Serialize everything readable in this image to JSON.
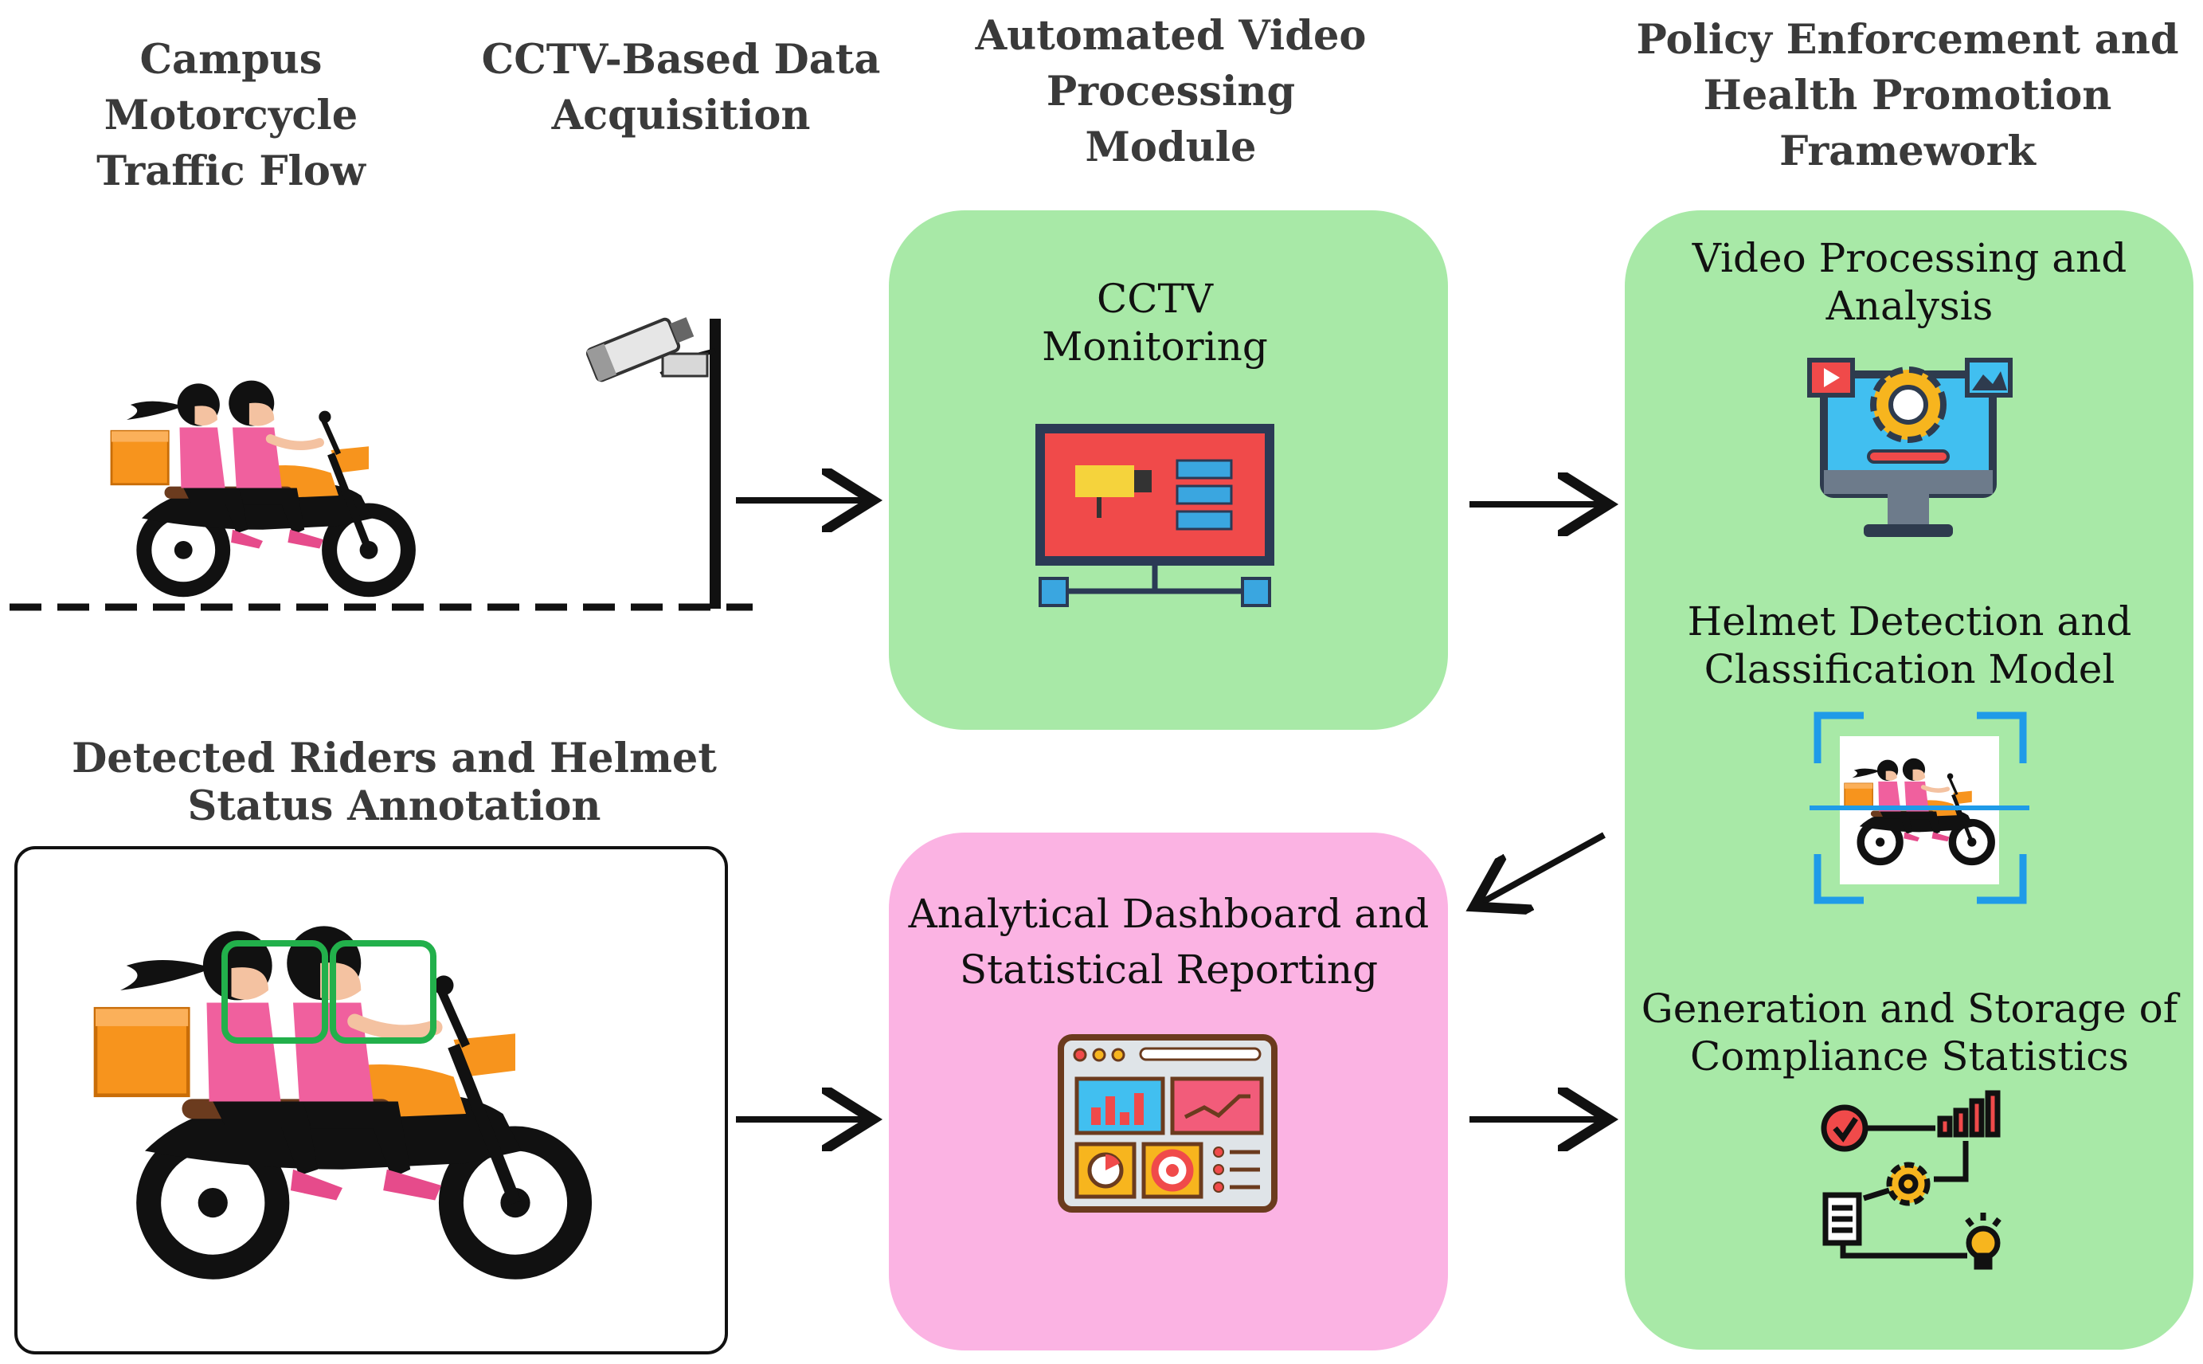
{
  "headings": {
    "traffic_flow": [
      "Campus Motorcycle",
      "Traffic Flow"
    ],
    "acquisition": [
      "CCTV-Based Data",
      "Acquisition"
    ],
    "video_module": [
      "Automated Video",
      "Processing",
      "Module"
    ],
    "policy_framework": [
      "Policy Enforcement and",
      "Health Promotion",
      "Framework"
    ],
    "annotation": [
      "Detected Riders and Helmet",
      "Status Annotation"
    ]
  },
  "boxes": {
    "cctv_monitoring": [
      "CCTV",
      "Monitoring"
    ],
    "dashboard": [
      "Analytical Dashboard and",
      "Statistical Reporting"
    ],
    "video_analysis": [
      "Video Processing and",
      "Analysis"
    ],
    "helmet_model": [
      "Helmet Detection and",
      "Classification Model"
    ],
    "compliance_stats": [
      "Generation and Storage of",
      "Compliance Statistics"
    ]
  },
  "colors": {
    "green_panel": "#a8e9a7",
    "pink_panel": "#fbb3e3",
    "rider_shirt": "#f0609e",
    "box_orange": "#f7941d",
    "helmet_box": "#22b04b",
    "scan_blue": "#1f9be8",
    "monitor_red": "#f04a4a"
  },
  "icons": [
    "cctv-camera-icon",
    "surveillance-monitor-icon",
    "video-analysis-monitor-icon",
    "helmet-scan-icon",
    "dashboard-icon",
    "compliance-workflow-icon"
  ]
}
